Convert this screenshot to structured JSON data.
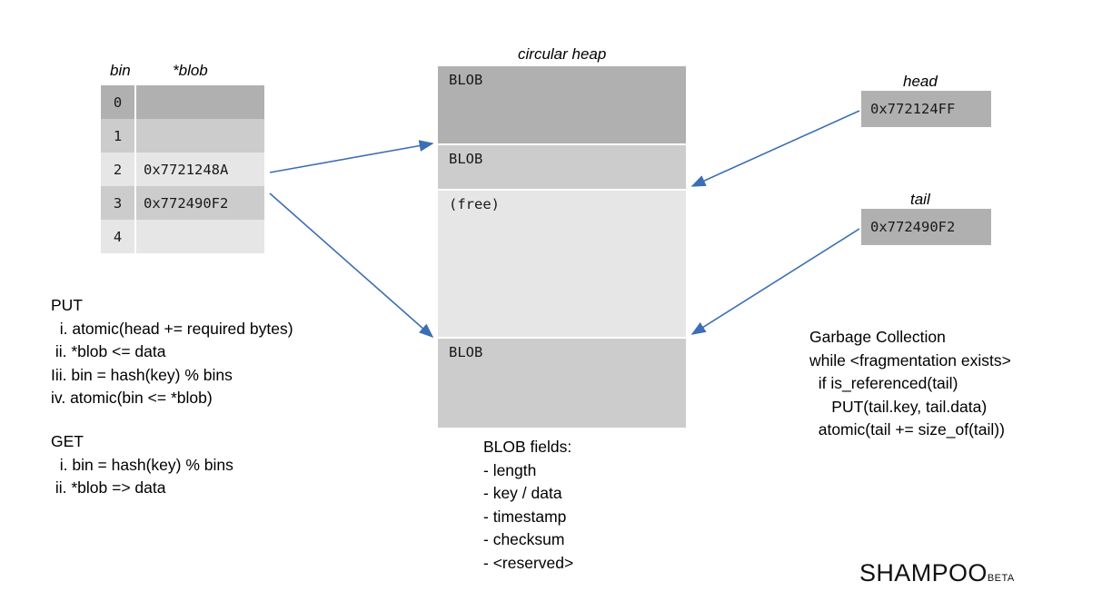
{
  "palette": {
    "blob_dark": "#b0b0b0",
    "blob_light": "#cccccc",
    "free": "#e6e6e6",
    "row_dark": "#b0b0b0",
    "row_mid": "#cccccc",
    "row_light": "#e6e6e6",
    "arrow": "#3c6eb4",
    "background": "#ffffff",
    "text": "#000000"
  },
  "bin_table": {
    "headers": {
      "bin": "bin",
      "blob": "*blob"
    },
    "rows": [
      {
        "bin": "0",
        "blob": "",
        "shade": "#b0b0b0"
      },
      {
        "bin": "1",
        "blob": "",
        "shade": "#cccccc"
      },
      {
        "bin": "2",
        "blob": "0x7721248A",
        "shade": "#e6e6e6"
      },
      {
        "bin": "3",
        "blob": "0x772490F2",
        "shade": "#cccccc"
      },
      {
        "bin": "4",
        "blob": "",
        "shade": "#e6e6e6"
      }
    ]
  },
  "heap": {
    "title": "circular heap",
    "blocks": [
      {
        "label": "BLOB",
        "height": 85,
        "shade": "#b0b0b0"
      },
      {
        "label": "BLOB",
        "height": 50,
        "shade": "#cccccc"
      },
      {
        "label": "(free)",
        "height": 163,
        "shade": "#e6e6e6"
      },
      {
        "label": "BLOB",
        "height": 100,
        "shade": "#cccccc"
      }
    ]
  },
  "pointers": {
    "head": {
      "title": "head",
      "value": "0x772124FF"
    },
    "tail": {
      "title": "tail",
      "value": "0x772490F2"
    }
  },
  "blob_fields": {
    "title": "BLOB fields:",
    "items": [
      "- length",
      "- key / data",
      "- timestamp",
      "- checksum",
      "- <reserved>"
    ]
  },
  "put_block": {
    "title": "PUT",
    "steps": [
      "  i. atomic(head += required bytes)",
      " ii. *blob <= data",
      "Iii. bin = hash(key) % bins",
      "iv. atomic(bin <= *blob)"
    ]
  },
  "get_block": {
    "title": "GET",
    "steps": [
      "  i. bin = hash(key) % bins",
      " ii. *blob => data"
    ]
  },
  "gc_block": {
    "title": "Garbage Collection",
    "lines": [
      "while <fragmentation exists>",
      "  if is_referenced(tail)",
      "     PUT(tail.key, tail.data)",
      "  atomic(tail += size_of(tail))"
    ]
  },
  "logo": {
    "main": "SHAMPOO",
    "sub": "BETA"
  }
}
